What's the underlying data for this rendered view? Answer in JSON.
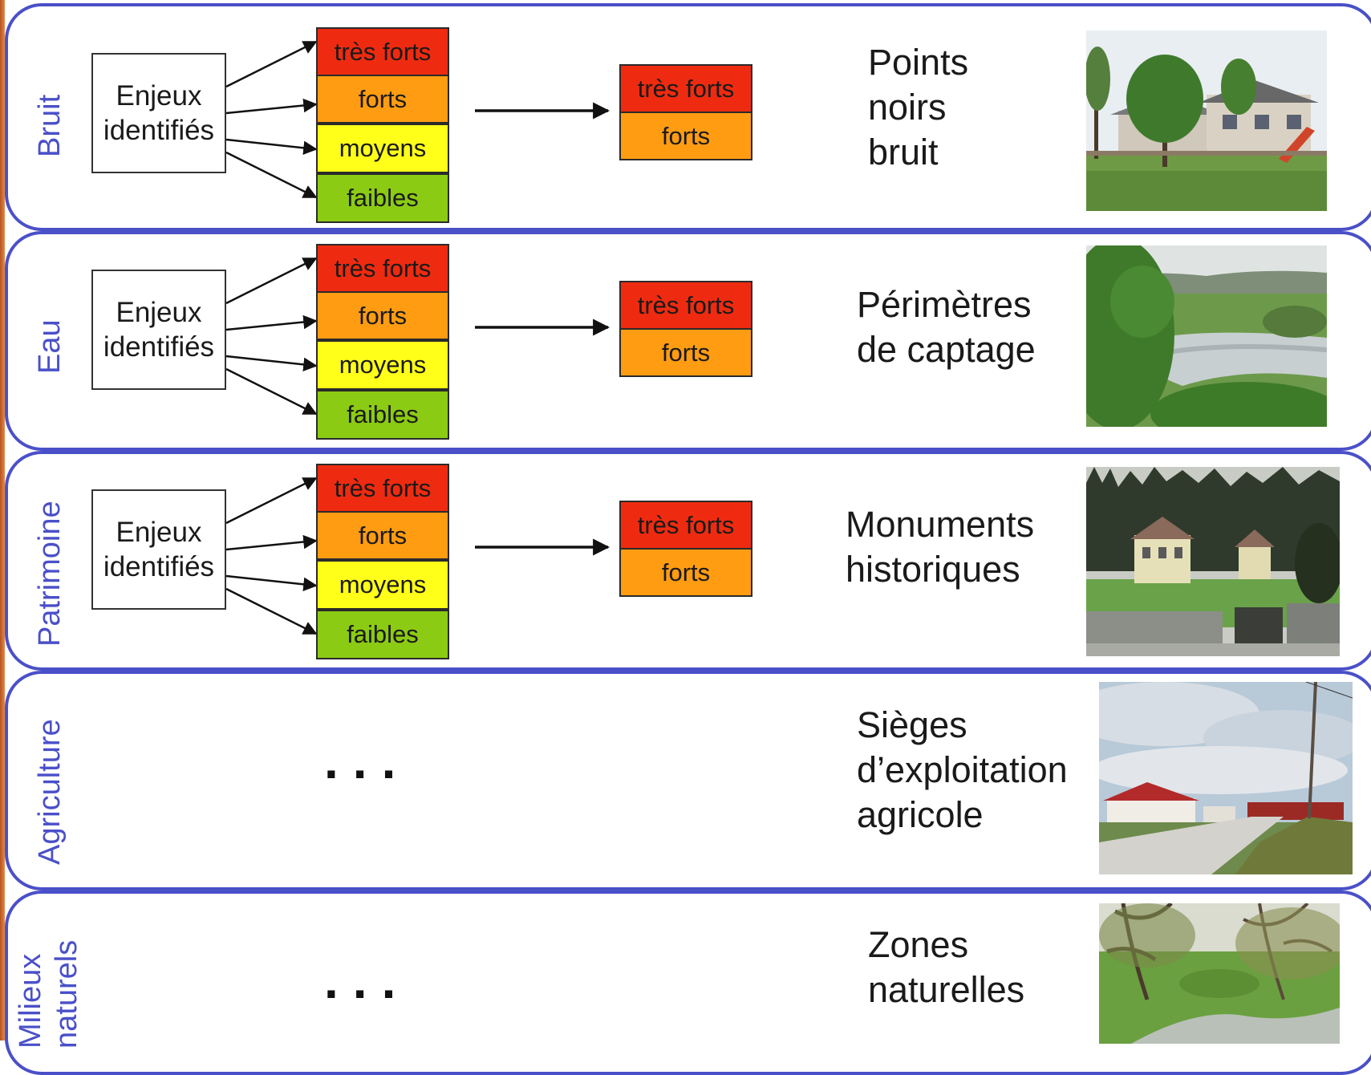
{
  "levels": {
    "tres_forts": "très forts",
    "forts": "forts",
    "moyens": "moyens",
    "faibles": "faibles"
  },
  "enjeux_label_line1": "Enjeux",
  "enjeux_label_line2": "identifiés",
  "ellipsis": "...",
  "colors": {
    "border": "#4a50c8",
    "tres_forts": "#ee2b10",
    "forts": "#ff9c12",
    "moyens": "#ffff19",
    "faibles": "#8ccb13"
  },
  "rows": [
    {
      "label": "Bruit",
      "result_lines": [
        "Points",
        "noirs",
        "bruit"
      ],
      "photo": "school-with-playground-photo"
    },
    {
      "label": "Eau",
      "result_lines": [
        "Périmètres",
        "de captage"
      ],
      "photo": "river-landscape-photo"
    },
    {
      "label": "Patrimoine",
      "result_lines": [
        "Monuments",
        "historiques"
      ],
      "photo": "historic-manor-photo"
    },
    {
      "label": "Agriculture",
      "result_lines": [
        "Sièges",
        "d’exploitation",
        "agricole"
      ],
      "photo": "farm-road-photo"
    },
    {
      "label_lines": [
        "Milieux",
        "naturels"
      ],
      "result_lines": [
        "Zones",
        "naturelles"
      ],
      "photo": "stream-with-trees-photo"
    }
  ]
}
